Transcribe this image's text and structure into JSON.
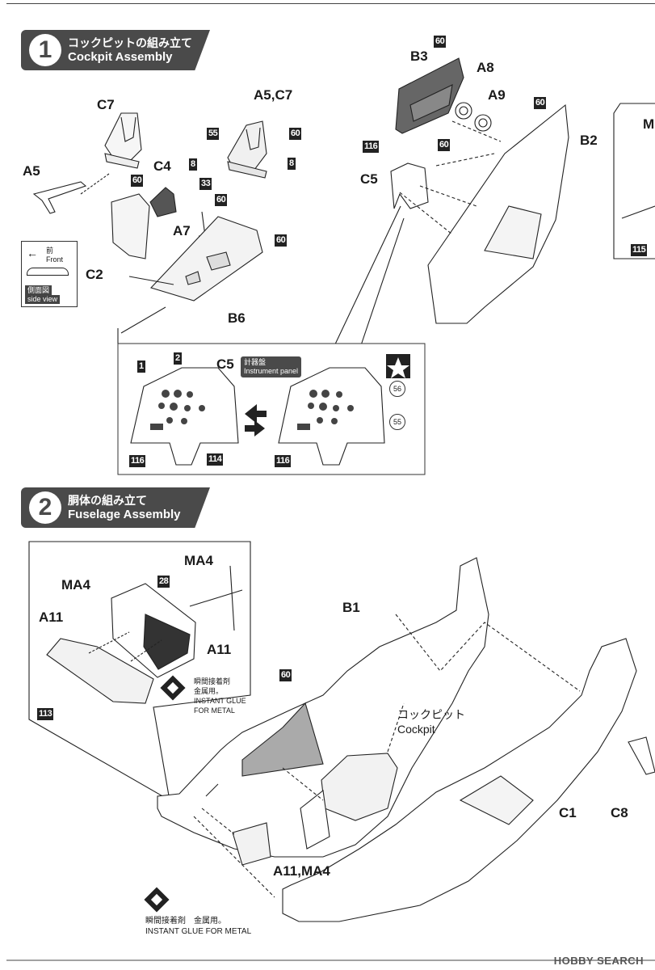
{
  "step1": {
    "number": "1",
    "title_jp": "コックピットの組み立て",
    "title_en": "Cockpit Assembly"
  },
  "step2": {
    "number": "2",
    "title_jp": "胴体の組み立て",
    "title_en": "Fuselage Assembly"
  },
  "parts": {
    "c7": "C7",
    "a5c7": "A5,C7",
    "a5": "A5",
    "c4": "C4",
    "a7": "A7",
    "c2": "C2",
    "b6": "B6",
    "b3": "B3",
    "a8": "A8",
    "a9": "A9",
    "b2": "B2",
    "c5": "C5",
    "m": "M",
    "c5_panel": "C5",
    "ma4": "MA4",
    "ma4b": "MA4",
    "a11": "A11",
    "a11b": "A11",
    "b1": "B1",
    "c1": "C1",
    "c8": "C8",
    "a11ma4": "A11,MA4"
  },
  "codes": {
    "c60a": "60",
    "c8a": "8",
    "c33": "33",
    "c60b": "60",
    "c60c": "60",
    "c55": "55",
    "c60d": "60",
    "c8b": "8",
    "c60e": "60",
    "c116a": "116",
    "c60f": "60",
    "c60g": "60",
    "c115": "115",
    "c1": "1",
    "c2": "2",
    "c116b": "116",
    "c114": "114",
    "c116c": "116",
    "c28": "28",
    "c113": "113",
    "c60h": "60"
  },
  "circles": {
    "c56": "56",
    "c55b": "55"
  },
  "side_view": {
    "front_jp": "前",
    "front_en": "Front",
    "side_jp": "側面図",
    "side_en": "side view"
  },
  "instrument": {
    "jp": "計器盤",
    "en": "Instrument panel"
  },
  "glue1": {
    "jp": "瞬間接着剤",
    "jp2": "金属用。",
    "en1": "INSTANT GLUE",
    "en2": "FOR METAL"
  },
  "glue2": {
    "jp": "瞬間接着剤　金属用。",
    "en": "INSTANT GLUE FOR METAL"
  },
  "cockpit": {
    "jp": "コックピット",
    "en": "Cockpit"
  },
  "watermark": "HOBBY SEARCH"
}
